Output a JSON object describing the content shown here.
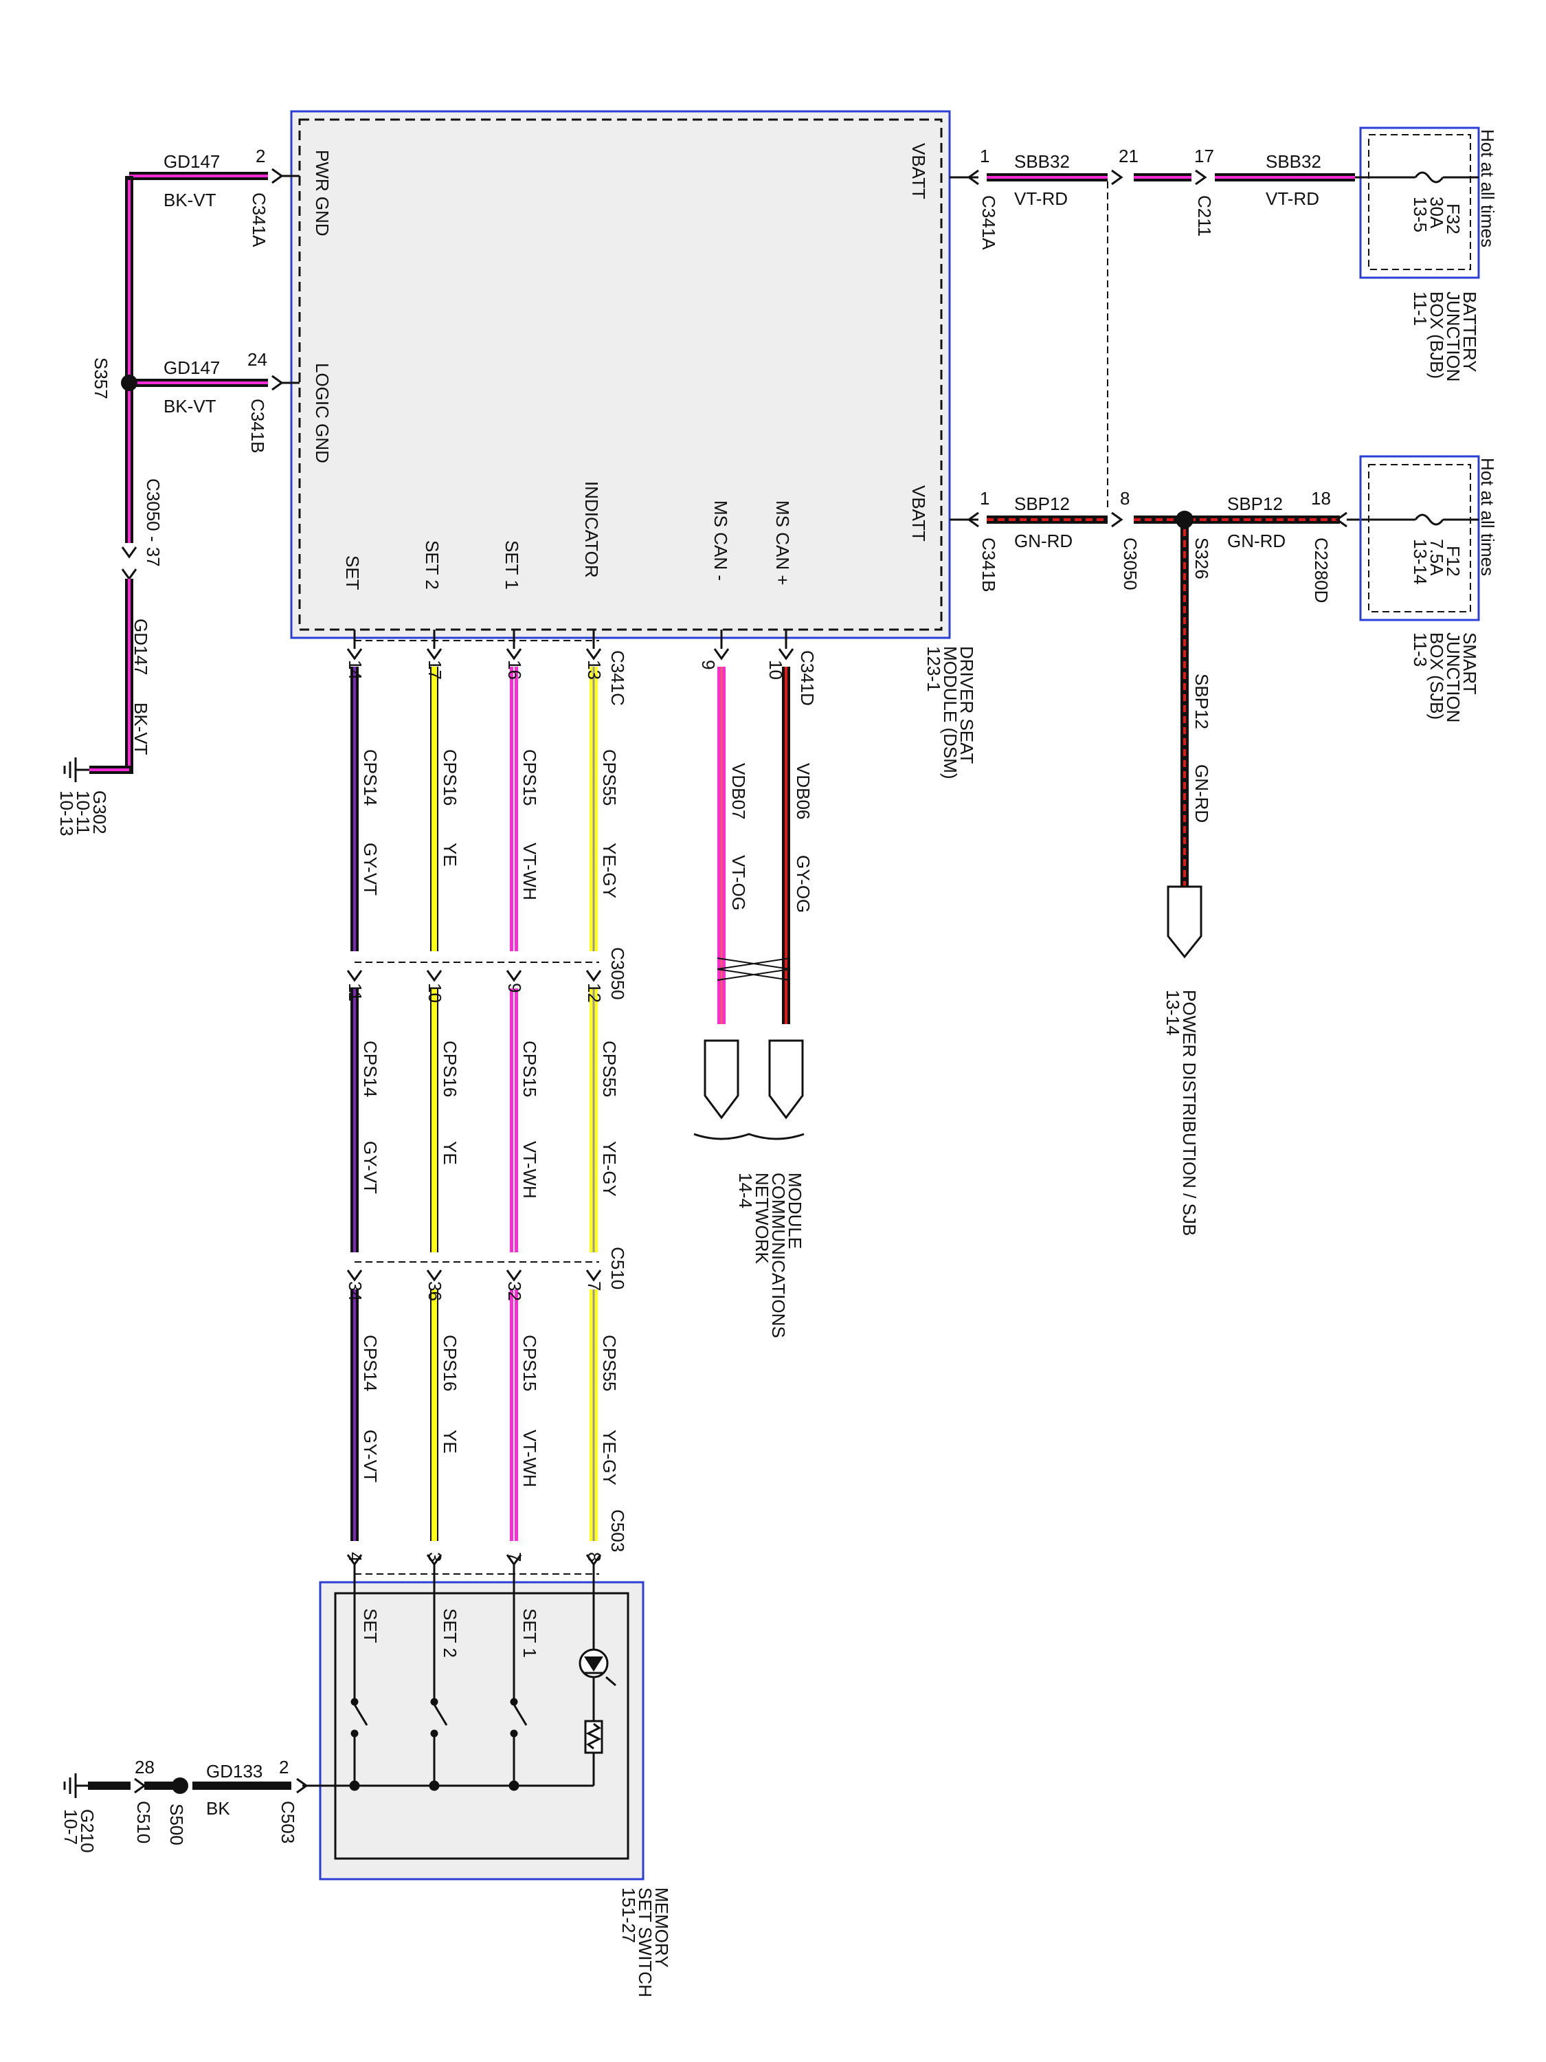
{
  "colors": {
    "module_border": "#2b3fd6",
    "module_fill": "#eeeeee",
    "black": "#111111",
    "violet": "#ff2bd6",
    "yellow": "#ffff1a",
    "red": "#e01a1a",
    "green": "#1a6b1a",
    "gray": "#9a9a9a",
    "orange": "#e07a1a",
    "white": "#ffffff"
  },
  "labels": {
    "dsm_pwr_gnd": "PWR GND",
    "dsm_logic_gnd": "LOGIC GND",
    "dsm_set": "SET",
    "dsm_set2": "SET 2",
    "dsm_set1": "SET 1",
    "dsm_indicator": "INDICATOR",
    "dsm_mscan_minus": "MS CAN -",
    "dsm_mscan_plus": "MS CAN +",
    "dsm_vbatt1": "VBATT",
    "dsm_vbatt2": "VBATT",
    "dsm_title_1": "DRIVER SEAT",
    "dsm_title_2": "MODULE (DSM)",
    "dsm_title_3": "123-1",
    "gd147_a": "GD147",
    "bkvt_a": "BK-VT",
    "pin2_a": "2",
    "c341a_a": "C341A",
    "gd147_b": "GD147",
    "bkvt_b": "BK-VT",
    "pin24": "24",
    "c341b_a": "C341B",
    "s357": "S357",
    "c3050_37": "C3050 - 37",
    "gd147_c": "GD147",
    "bkvt_c": "BK-VT",
    "g302_1": "G302",
    "g302_2": "10-11",
    "g302_3": "10-13",
    "pin1_v1": "1",
    "c341a_v": "C341A",
    "sbb32_1": "SBB32",
    "vtrd_1": "VT-RD",
    "pin21": "21",
    "pin17": "17",
    "c211": "C211",
    "sbb32_2": "SBB32",
    "vtrd_2": "VT-RD",
    "f32_1": "F32",
    "f32_2": "30A",
    "f32_3": "13-5",
    "bjb_hot": "Hot at all times",
    "bjb_1": "BATTERY",
    "bjb_2": "JUNCTION",
    "bjb_3": "BOX (BJB)",
    "bjb_4": "11-1",
    "pin1_v2": "1",
    "c341b_v": "C341B",
    "sbp12_1": "SBP12",
    "gnrd_1": "GN-RD",
    "pin8": "8",
    "c3050_v": "C3050",
    "s326": "S326",
    "sbp12_2": "SBP12",
    "gnrd_2": "GN-RD",
    "pin18": "18",
    "c2280d": "C2280D",
    "f12_1": "F12",
    "f12_2": "7.5A",
    "f12_3": "13-14",
    "sjb_hot": "Hot at all times",
    "sjb_1": "SMART",
    "sjb_2": "JUNCTION",
    "sjb_3": "BOX (SJB)",
    "sjb_4": "11-3",
    "sbp12_3": "SBP12",
    "gnrd_3": "GN-RD",
    "pd_1": "POWER DISTRIBUTION / SJB",
    "pd_2": "13-14",
    "pin14": "14",
    "pin17b": "17",
    "pin16": "16",
    "pin13": "13",
    "c341c": "C341C",
    "pin9": "9",
    "pin10": "10",
    "c341d": "C341D",
    "cps14_1": "CPS14",
    "gyvt_1": "GY-VT",
    "cps16_1": "CPS16",
    "ye_1": "YE",
    "cps15_1": "CPS15",
    "vtwh_1": "VT-WH",
    "cps55_1": "CPS55",
    "yegy_1": "YE-GY",
    "vdb07": "VDB07",
    "vtog": "VT-OG",
    "vdb06": "VDB06",
    "gyog": "GY-OG",
    "c3050_mid": "C3050",
    "pin11": "11",
    "pin10b": "10",
    "pin9b": "9",
    "pin12": "12",
    "cps14_2": "CPS14",
    "gyvt_2": "GY-VT",
    "cps16_2": "CPS16",
    "ye_2": "YE",
    "cps15_2": "CPS15",
    "vtwh_2": "VT-WH",
    "cps55_2": "CPS55",
    "yegy_2": "YE-GY",
    "mcn_1": "MODULE",
    "mcn_2": "COMMUNICATIONS",
    "mcn_3": "NETWORK",
    "mcn_4": "14-4",
    "c510_mid": "C510",
    "pin34": "34",
    "pin36": "36",
    "pin32": "32",
    "pin7": "7",
    "cps14_3": "CPS14",
    "gyvt_3": "GY-VT",
    "cps16_3": "CPS16",
    "ye_3": "YE",
    "cps15_3": "CPS15",
    "vtwh_3": "VT-WH",
    "cps55_3": "CPS55",
    "yegy_3": "YE-GY",
    "c503_top": "C503",
    "pin4": "4",
    "pin3": "3",
    "pin7b": "7",
    "pin8b": "8",
    "mss_set": "SET",
    "mss_set2": "SET 2",
    "mss_set1": "SET 1",
    "mss_title_1": "MEMORY",
    "mss_title_2": "SET SWITCH",
    "mss_title_3": "151-27",
    "gd133": "GD133",
    "bk": "BK",
    "pin2_b": "2",
    "c503_b": "C503",
    "pin28": "28",
    "c510_b": "C510",
    "s500": "S500",
    "g210_1": "G210",
    "g210_2": "10-7"
  }
}
